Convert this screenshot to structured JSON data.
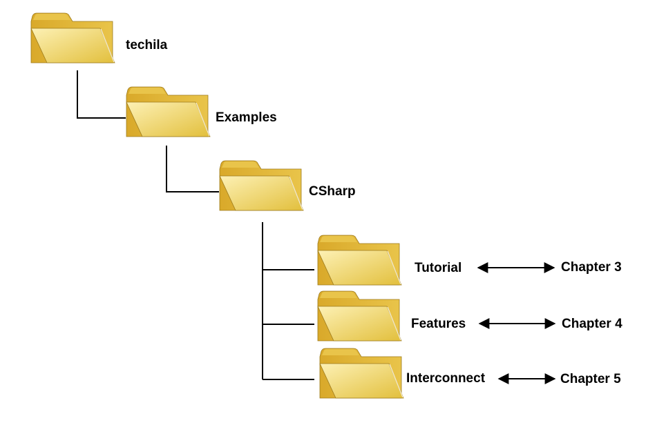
{
  "colors": {
    "line": "#000000",
    "folder_front_light": "#fdf1b5",
    "folder_front_dark": "#e2bf3c",
    "folder_back": "#d9a92a",
    "folder_tab": "#e9c44a",
    "folder_edge": "#9c7a1c"
  },
  "folders": {
    "root": {
      "label": "techila",
      "icon": "folder-icon"
    },
    "examples": {
      "label": "Examples",
      "icon": "folder-icon"
    },
    "csharp": {
      "label": "CSharp",
      "icon": "folder-icon"
    },
    "tutorial": {
      "label": "Tutorial",
      "icon": "folder-icon"
    },
    "features": {
      "label": "Features",
      "icon": "folder-icon"
    },
    "interconnect": {
      "label": "Interconnect",
      "icon": "folder-icon"
    }
  },
  "chapters": {
    "tutorial": "Chapter 3",
    "features": "Chapter 4",
    "interconnect": "Chapter 5"
  }
}
